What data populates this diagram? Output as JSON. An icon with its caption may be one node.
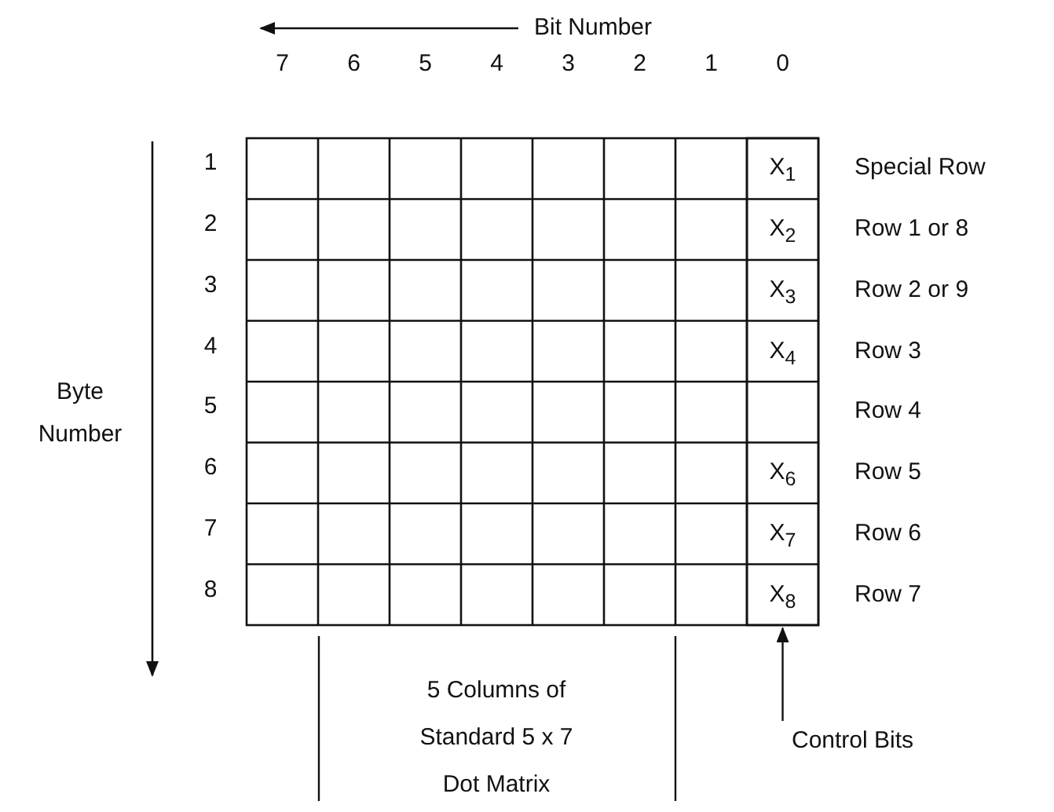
{
  "diagram": {
    "nodes": [
      {
        "text": [
          "Control Bits"
        ]
      },
      {
        "text": [],
        "shape": "box"
      }
    ],
    "edges": [
      {
        "from": 0,
        "to": 1,
        "arrow": "to"
      }
    ],
    "labels": [
      "Bit Number",
      "7",
      "6",
      "5",
      "4",
      "3",
      "2",
      "1",
      "0",
      "Byte Number",
      "1",
      "X$_{1}$",
      "Special Row",
      "2",
      "X$_{2}$",
      "Row 1 or 8",
      "3",
      "X$_{3}$",
      "Row 2 or 9",
      "4",
      "X$_{4}$",
      "Row 3",
      "5",
      "Row 4",
      "6",
      "X$_{6}$",
      "Row 5",
      "7",
      "X$_{7}$",
      "Row 6",
      "8",
      "X$_{8}$",
      "Row 7",
      "5 Columns of Standard 5 x 7 Dot Matrix"
    ]
  }
}
